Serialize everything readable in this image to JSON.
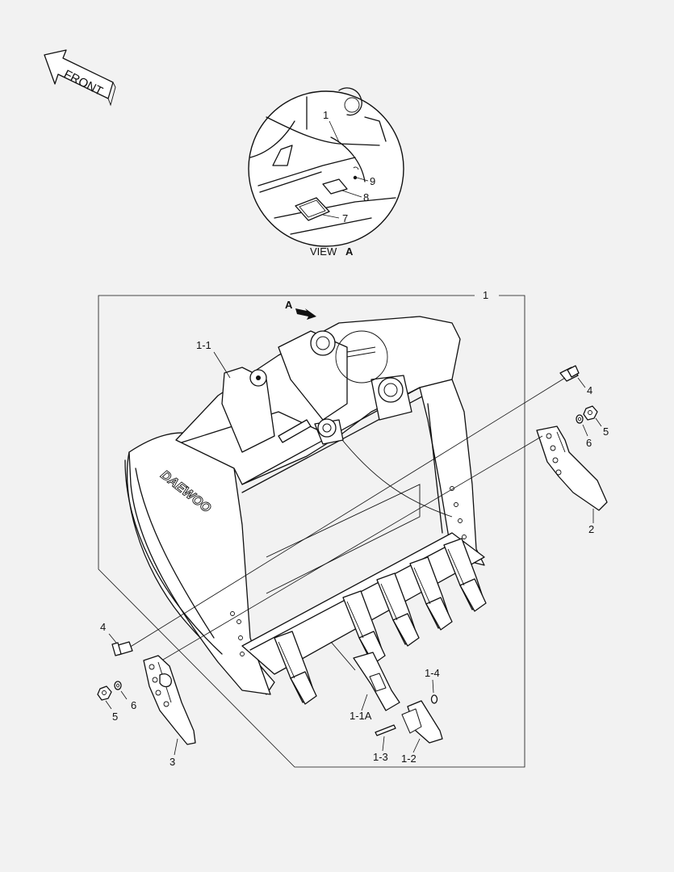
{
  "front_arrow": {
    "label": "FRONT"
  },
  "view_a": {
    "caption": "VIEW",
    "letter": "A"
  },
  "arrow_a": {
    "letter": "A"
  },
  "callouts": {
    "c1_inset": "1",
    "c9": "9",
    "c8": "8",
    "c7": "7",
    "c1_main": "1",
    "c1_1": "1-1",
    "c4_right": "4",
    "c5_right": "5",
    "c6_right": "6",
    "c2": "2",
    "c4_left": "4",
    "c6_left": "6",
    "c5_left": "5",
    "c3": "3",
    "c1_4": "1-4",
    "c1_1a": "1-1A",
    "c1_3": "1-3",
    "c1_2": "1-2"
  },
  "logo_text": "DAEWOO"
}
